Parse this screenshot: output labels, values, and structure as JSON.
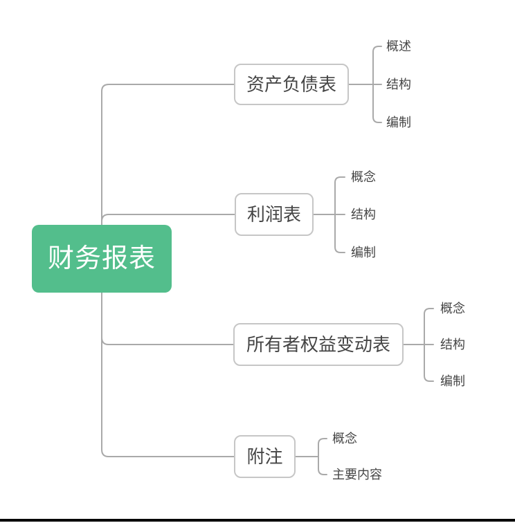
{
  "mindmap": {
    "root": {
      "label": "财务报表"
    },
    "branches": [
      {
        "label": "资产负债表",
        "children": [
          "概述",
          "结构",
          "编制"
        ]
      },
      {
        "label": "利润表",
        "children": [
          "概念",
          "结构",
          "编制"
        ]
      },
      {
        "label": "所有者权益变动表",
        "children": [
          "概念",
          "结构",
          "编制"
        ]
      },
      {
        "label": "附注",
        "children": [
          "概念",
          "主要内容"
        ]
      }
    ],
    "colors": {
      "root_bg": "#53be8c",
      "root_text": "#ffffff",
      "branch_bg": "#ffffff",
      "branch_border": "#c6c6c6",
      "topic_text": "#454545",
      "connector": "#a9a9a9",
      "canvas_bg": "#ffffff",
      "bottom_edge": "#000000"
    }
  }
}
